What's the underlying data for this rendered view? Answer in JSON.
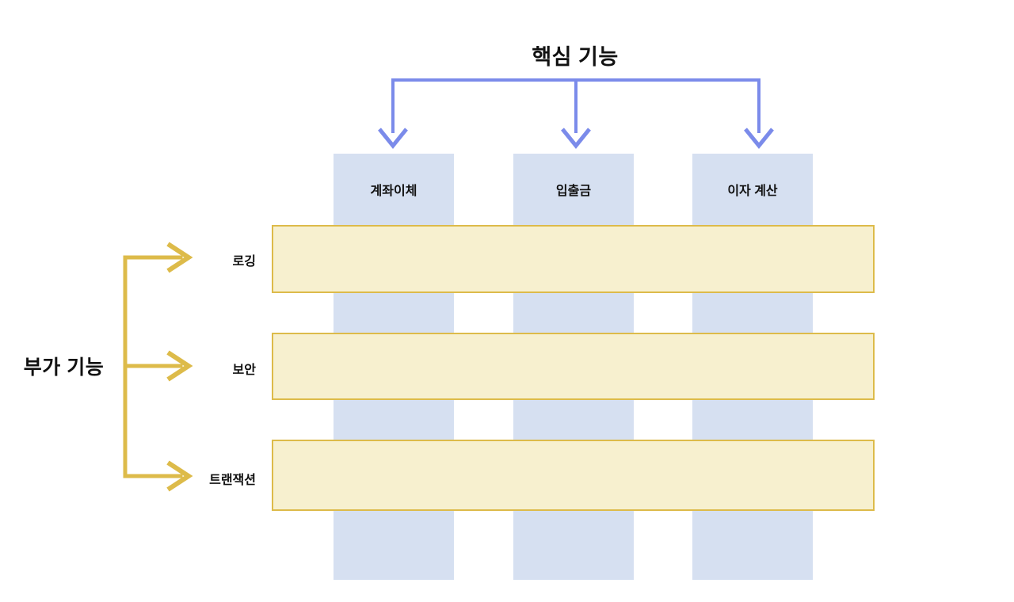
{
  "diagram": {
    "type": "cross-cutting-concerns-matrix",
    "core": {
      "title": "핵심 기능",
      "arrow_color": "#7b8bea",
      "column_fill": "#d6e0f1",
      "columns": [
        {
          "label": "계좌이체"
        },
        {
          "label": "입출금"
        },
        {
          "label": "이자 계산"
        }
      ]
    },
    "aux": {
      "title": "부가 기능",
      "arrow_color": "#ddbb4a",
      "bar_fill": "#f7f0cf",
      "bar_border": "#ddbb4a",
      "rows": [
        {
          "label": "로깅"
        },
        {
          "label": "보안"
        },
        {
          "label": "트랜잭션"
        }
      ]
    }
  }
}
